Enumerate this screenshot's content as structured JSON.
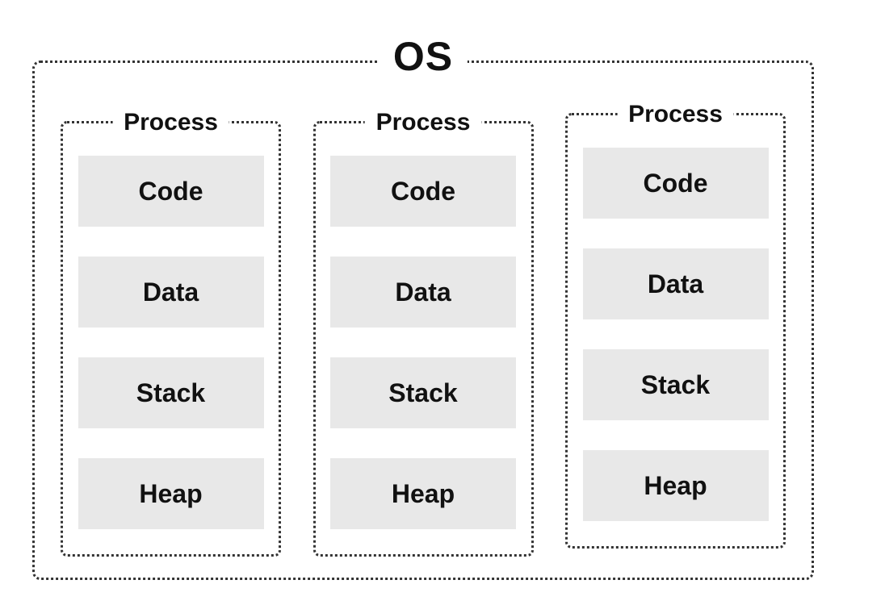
{
  "diagram": {
    "os_label": "OS",
    "colors": {
      "border": "#333333",
      "segment_bg": "#e8e8e8",
      "text": "#111111",
      "background": "#ffffff"
    },
    "processes": [
      {
        "label": "Process",
        "segments": [
          "Code",
          "Data",
          "Stack",
          "Heap"
        ]
      },
      {
        "label": "Process",
        "segments": [
          "Code",
          "Data",
          "Stack",
          "Heap"
        ]
      },
      {
        "label": "Process",
        "segments": [
          "Code",
          "Data",
          "Stack",
          "Heap"
        ]
      }
    ]
  }
}
